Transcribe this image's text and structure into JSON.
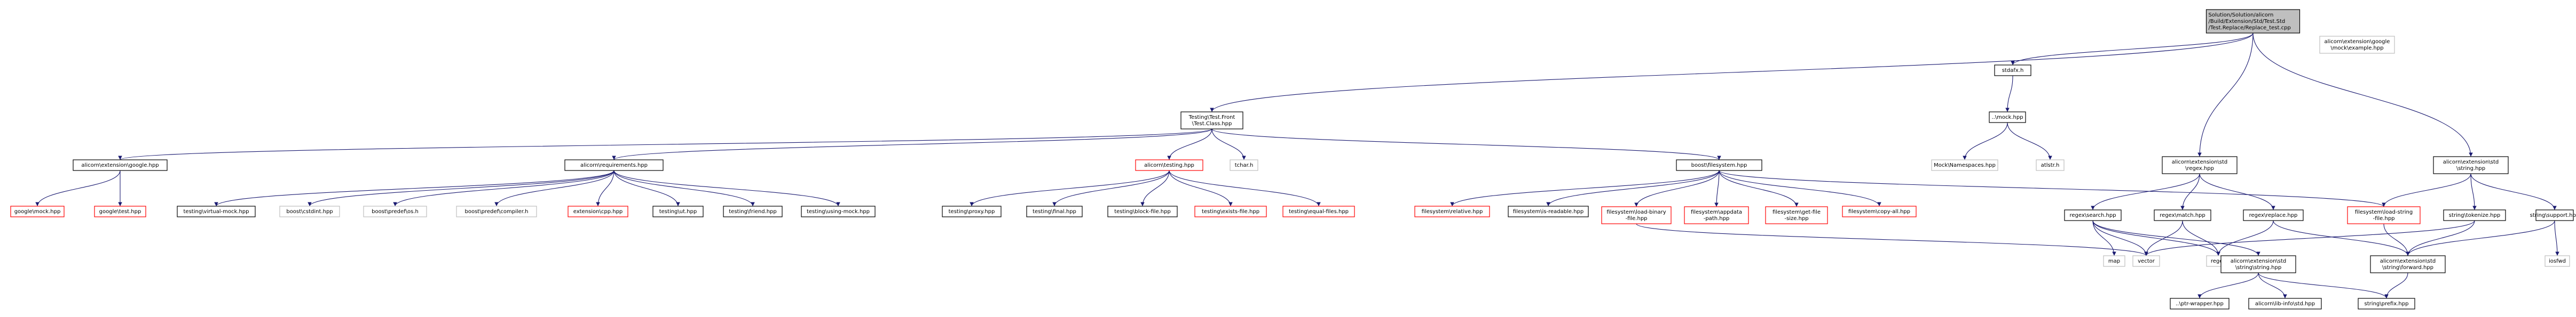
{
  "colors": {
    "root_fill": "#bfbfbf",
    "normal_border": "#000000",
    "missing_border": "#ff0000",
    "external_border": "#bfbfbf",
    "external_text": "#7f7f7f",
    "edge": "#191970"
  },
  "nodes": [
    {
      "id": "root",
      "lines": [
        "Solution/Solution/alicorn",
        "/Build/Extension/Std/Test.Std",
        "/Test.Replace/Replace_test.cpp"
      ],
      "kind": "root"
    },
    {
      "id": "gmock_example",
      "lines": [
        "alicorn\\extension\\google",
        "\\mock\\example.hpp"
      ],
      "kind": "external"
    },
    {
      "id": "stdafx",
      "lines": [
        "stdafx.h"
      ],
      "kind": "normal"
    },
    {
      "id": "test_front",
      "lines": [
        "Testing\\Test.Front",
        "\\Test.Class.hpp"
      ],
      "kind": "normal"
    },
    {
      "id": "mock_hpp",
      "lines": [
        "..\\mock.hpp"
      ],
      "kind": "normal"
    },
    {
      "id": "mock_namespaces",
      "lines": [
        "Mock\\Namespaces.hpp"
      ],
      "kind": "external"
    },
    {
      "id": "atlstr",
      "lines": [
        "atlstr.h"
      ],
      "kind": "external"
    },
    {
      "id": "ext_google",
      "lines": [
        "alicorn\\extension\\google.hpp"
      ],
      "kind": "normal"
    },
    {
      "id": "requirements",
      "lines": [
        "alicorn\\requirements.hpp"
      ],
      "kind": "normal"
    },
    {
      "id": "testing_hpp",
      "lines": [
        "alicorn\\testing.hpp"
      ],
      "kind": "missing"
    },
    {
      "id": "tchar",
      "lines": [
        "tchar.h"
      ],
      "kind": "external"
    },
    {
      "id": "boost_fs",
      "lines": [
        "boost\\filesystem.hpp"
      ],
      "kind": "normal"
    },
    {
      "id": "std_regex",
      "lines": [
        "alicorn\\extension\\std",
        "\\regex.hpp"
      ],
      "kind": "normal"
    },
    {
      "id": "std_string",
      "lines": [
        "alicorn\\extension\\std",
        "\\string.hpp"
      ],
      "kind": "normal"
    },
    {
      "id": "google_mock",
      "lines": [
        "google\\mock.hpp"
      ],
      "kind": "missing"
    },
    {
      "id": "google_test",
      "lines": [
        "google\\test.hpp"
      ],
      "kind": "missing"
    },
    {
      "id": "virtual_mock",
      "lines": [
        "testing\\virtual-mock.hpp"
      ],
      "kind": "normal"
    },
    {
      "id": "boost_cstdint",
      "lines": [
        "boost\\cstdint.hpp"
      ],
      "kind": "external"
    },
    {
      "id": "predef_os",
      "lines": [
        "boost\\predef\\os.h"
      ],
      "kind": "external"
    },
    {
      "id": "predef_compiler",
      "lines": [
        "boost\\predef\\compiler.h"
      ],
      "kind": "external"
    },
    {
      "id": "extension_cpp",
      "lines": [
        "extension\\cpp.hpp"
      ],
      "kind": "missing"
    },
    {
      "id": "testing_ut",
      "lines": [
        "testing\\ut.hpp"
      ],
      "kind": "normal"
    },
    {
      "id": "testing_friend",
      "lines": [
        "testing\\friend.hpp"
      ],
      "kind": "normal"
    },
    {
      "id": "using_mock",
      "lines": [
        "testing\\using-mock.hpp"
      ],
      "kind": "normal"
    },
    {
      "id": "testing_proxy",
      "lines": [
        "testing\\proxy.hpp"
      ],
      "kind": "normal"
    },
    {
      "id": "testing_final",
      "lines": [
        "testing\\final.hpp"
      ],
      "kind": "normal"
    },
    {
      "id": "block_file",
      "lines": [
        "testing\\block-file.hpp"
      ],
      "kind": "normal"
    },
    {
      "id": "exists_file",
      "lines": [
        "testing\\exists-file.hpp"
      ],
      "kind": "missing"
    },
    {
      "id": "equal_files",
      "lines": [
        "testing\\equal-files.hpp"
      ],
      "kind": "missing"
    },
    {
      "id": "fs_relative",
      "lines": [
        "filesystem\\relative.hpp"
      ],
      "kind": "missing"
    },
    {
      "id": "fs_readable",
      "lines": [
        "filesystem\\is-readable.hpp"
      ],
      "kind": "normal"
    },
    {
      "id": "fs_load_binary",
      "lines": [
        "filesystem\\load-binary",
        "-file.hpp"
      ],
      "kind": "missing"
    },
    {
      "id": "fs_appdata",
      "lines": [
        "filesystem\\appdata",
        "-path.hpp"
      ],
      "kind": "missing"
    },
    {
      "id": "fs_getsize",
      "lines": [
        "filesystem\\get-file",
        "-size.hpp"
      ],
      "kind": "missing"
    },
    {
      "id": "fs_copy_all",
      "lines": [
        "filesystem\\copy-all.hpp"
      ],
      "kind": "missing"
    },
    {
      "id": "fs_load_string",
      "lines": [
        "filesystem\\load-string",
        "-file.hpp"
      ],
      "kind": "missing"
    },
    {
      "id": "regex_search",
      "lines": [
        "regex\\search.hpp"
      ],
      "kind": "normal"
    },
    {
      "id": "regex_match",
      "lines": [
        "regex\\match.hpp"
      ],
      "kind": "normal"
    },
    {
      "id": "regex_replace",
      "lines": [
        "regex\\replace.hpp"
      ],
      "kind": "normal"
    },
    {
      "id": "string_tokenize",
      "lines": [
        "string\\tokenize.hpp"
      ],
      "kind": "normal"
    },
    {
      "id": "string_support",
      "lines": [
        "string\\support.hpp"
      ],
      "kind": "normal"
    },
    {
      "id": "map",
      "lines": [
        "map"
      ],
      "kind": "external"
    },
    {
      "id": "vector",
      "lines": [
        "vector"
      ],
      "kind": "external"
    },
    {
      "id": "regex",
      "lines": [
        "regex"
      ],
      "kind": "external"
    },
    {
      "id": "iosfwd",
      "lines": [
        "iosfwd"
      ],
      "kind": "external"
    },
    {
      "id": "std_string2",
      "lines": [
        "alicorn\\extension\\std",
        "\\string\\string.hpp"
      ],
      "kind": "normal"
    },
    {
      "id": "std_string_fwd",
      "lines": [
        "alicorn\\extension\\std",
        "\\string\\forward.hpp"
      ],
      "kind": "normal"
    },
    {
      "id": "ptr_wrapper",
      "lines": [
        "..\\ptr-wrapper.hpp"
      ],
      "kind": "normal"
    },
    {
      "id": "lib_info",
      "lines": [
        "alicorn\\lib-info\\std.hpp"
      ],
      "kind": "normal"
    },
    {
      "id": "string_prefix",
      "lines": [
        "string\\prefix.hpp"
      ],
      "kind": "normal"
    }
  ],
  "edges": [
    [
      "root",
      "stdafx"
    ],
    [
      "root",
      "test_front"
    ],
    [
      "root",
      "std_regex"
    ],
    [
      "root",
      "std_string"
    ],
    [
      "stdafx",
      "mock_hpp"
    ],
    [
      "mock_hpp",
      "mock_namespaces"
    ],
    [
      "mock_hpp",
      "atlstr"
    ],
    [
      "test_front",
      "ext_google"
    ],
    [
      "test_front",
      "requirements"
    ],
    [
      "test_front",
      "testing_hpp"
    ],
    [
      "test_front",
      "tchar"
    ],
    [
      "test_front",
      "boost_fs"
    ],
    [
      "ext_google",
      "google_mock"
    ],
    [
      "ext_google",
      "google_test"
    ],
    [
      "requirements",
      "virtual_mock"
    ],
    [
      "requirements",
      "boost_cstdint"
    ],
    [
      "requirements",
      "predef_os"
    ],
    [
      "requirements",
      "predef_compiler"
    ],
    [
      "requirements",
      "extension_cpp"
    ],
    [
      "requirements",
      "testing_ut"
    ],
    [
      "requirements",
      "testing_friend"
    ],
    [
      "requirements",
      "using_mock"
    ],
    [
      "testing_hpp",
      "testing_proxy"
    ],
    [
      "testing_hpp",
      "testing_final"
    ],
    [
      "testing_hpp",
      "block_file"
    ],
    [
      "testing_hpp",
      "exists_file"
    ],
    [
      "testing_hpp",
      "equal_files"
    ],
    [
      "boost_fs",
      "fs_relative"
    ],
    [
      "boost_fs",
      "fs_readable"
    ],
    [
      "boost_fs",
      "fs_load_binary"
    ],
    [
      "boost_fs",
      "fs_appdata"
    ],
    [
      "boost_fs",
      "fs_getsize"
    ],
    [
      "boost_fs",
      "fs_copy_all"
    ],
    [
      "boost_fs",
      "fs_load_string"
    ],
    [
      "std_regex",
      "regex_search"
    ],
    [
      "std_regex",
      "regex_match"
    ],
    [
      "std_regex",
      "regex_replace"
    ],
    [
      "regex_search",
      "map"
    ],
    [
      "regex_search",
      "vector"
    ],
    [
      "regex_search",
      "regex"
    ],
    [
      "regex_search",
      "std_string2"
    ],
    [
      "regex_match",
      "vector"
    ],
    [
      "regex_match",
      "regex"
    ],
    [
      "regex_replace",
      "regex"
    ],
    [
      "regex_replace",
      "std_string_fwd"
    ],
    [
      "std_string",
      "fs_load_string"
    ],
    [
      "std_string",
      "string_tokenize"
    ],
    [
      "std_string",
      "string_support"
    ],
    [
      "string_tokenize",
      "vector"
    ],
    [
      "string_tokenize",
      "std_string_fwd"
    ],
    [
      "string_support",
      "std_string_fwd"
    ],
    [
      "string_support",
      "iosfwd"
    ],
    [
      "fs_load_string",
      "std_string_fwd"
    ],
    [
      "fs_load_binary",
      "vector"
    ],
    [
      "std_string2",
      "ptr_wrapper"
    ],
    [
      "std_string2",
      "lib_info"
    ],
    [
      "std_string2",
      "string_prefix"
    ],
    [
      "std_string_fwd",
      "string_prefix"
    ]
  ]
}
